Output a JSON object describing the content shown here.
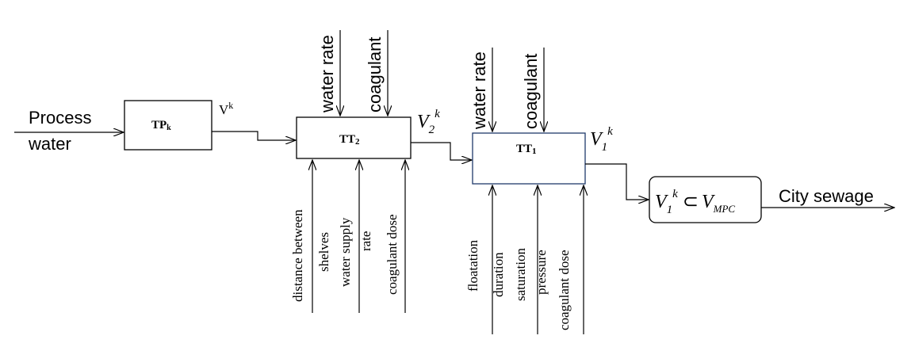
{
  "input": {
    "line1": "Process",
    "line2": "water"
  },
  "tpk": {
    "main": "TP",
    "sub": "k"
  },
  "vk": {
    "main": "V",
    "sup": "k"
  },
  "tt2": {
    "main": "TT",
    "sub": "2",
    "top_inputs": [
      "water rate",
      "coagulant"
    ],
    "bottom_inputs": [
      "distance between",
      "shelves",
      "water supply",
      "rate",
      "coagulant dose"
    ]
  },
  "v2k": {
    "main": "V",
    "sub": "2",
    "sup": "k"
  },
  "tt1": {
    "main": "TT",
    "sub": "1",
    "top_inputs": [
      "water rate",
      "coagulant"
    ],
    "bottom_inputs": [
      "floatation",
      "duration",
      "saturation",
      "pressure",
      "coagulant dose"
    ]
  },
  "v1k": {
    "main": "V",
    "sub": "1",
    "sup": "k"
  },
  "condition": {
    "v": "V",
    "sub1": "1",
    "sup": "k",
    "symbol": "⊂",
    "v2": "V",
    "sub2": "MPC"
  },
  "output": {
    "label": "City sewage"
  },
  "colors": {
    "line": "#000000",
    "tt1_border": "#1f3a6b"
  }
}
